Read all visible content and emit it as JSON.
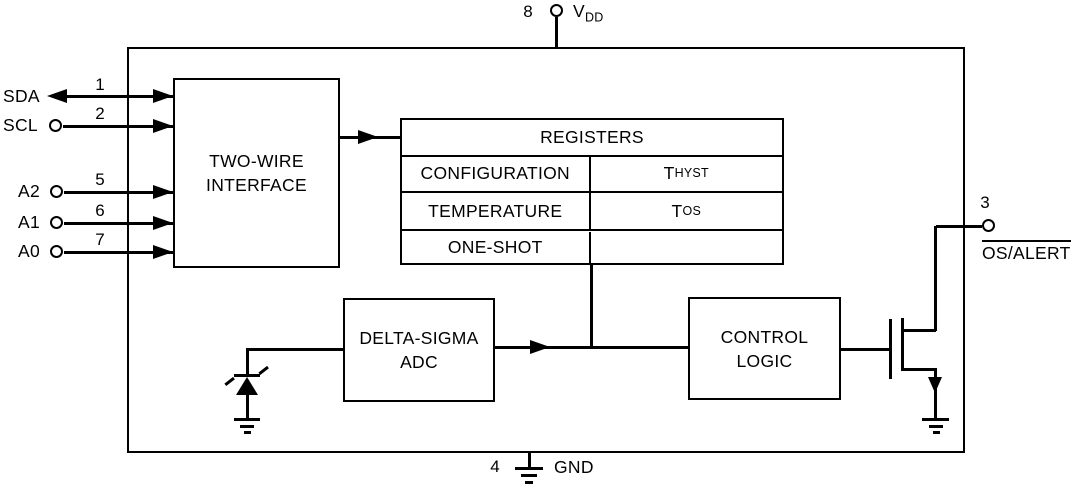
{
  "pins": {
    "sda": {
      "label": "SDA",
      "number": "1"
    },
    "scl": {
      "label": "SCL",
      "number": "2"
    },
    "a2": {
      "label": "A2",
      "number": "5"
    },
    "a1": {
      "label": "A1",
      "number": "6"
    },
    "a0": {
      "label": "A0",
      "number": "7"
    },
    "vdd": {
      "base": "V",
      "sub": "DD",
      "number": "8"
    },
    "os_alert": {
      "label": "OS/ALERT",
      "number": "3"
    },
    "gnd": {
      "label": "GND",
      "number": "4"
    }
  },
  "blocks": {
    "two_wire_interface": {
      "line1": "TWO-WIRE",
      "line2": "INTERFACE"
    },
    "delta_sigma_adc": {
      "line1": "DELTA-SIGMA",
      "line2": "ADC"
    },
    "control_logic": {
      "line1": "CONTROL",
      "line2": "LOGIC"
    }
  },
  "registers": {
    "title": "REGISTERS",
    "rows": [
      {
        "name": "CONFIGURATION",
        "value_base": "T",
        "value_sub": "HYST"
      },
      {
        "name": "TEMPERATURE",
        "value_base": "T",
        "value_sub": "OS"
      },
      {
        "name": "ONE-SHOT",
        "value_base": "",
        "value_sub": ""
      }
    ]
  }
}
